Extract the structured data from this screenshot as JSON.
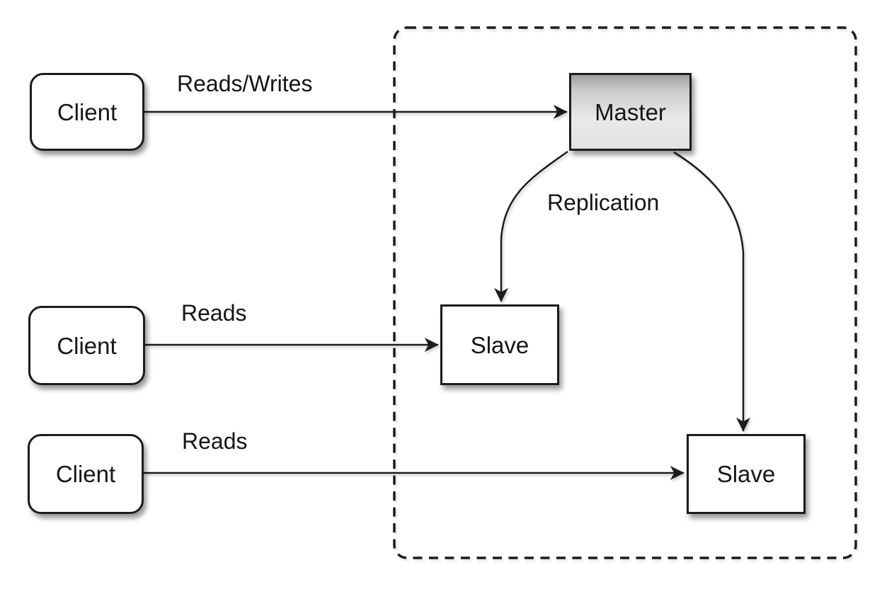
{
  "nodes": {
    "client_top": {
      "label": "Client"
    },
    "client_middle": {
      "label": "Client"
    },
    "client_bottom": {
      "label": "Client"
    },
    "master": {
      "label": "Master"
    },
    "slave_left": {
      "label": "Slave"
    },
    "slave_right": {
      "label": "Slave"
    }
  },
  "edge_labels": {
    "reads_writes": "Reads/Writes",
    "reads_middle": "Reads",
    "reads_bottom": "Reads",
    "replication": "Replication"
  },
  "colors": {
    "background": "#ffffff",
    "stroke": "#1c1c1c",
    "text": "#161616",
    "node_fill": "#ffffff",
    "master_top": "#9f9f9f",
    "master_mid": "#e9e9e9",
    "master_bottom": "#e2e2e2"
  }
}
